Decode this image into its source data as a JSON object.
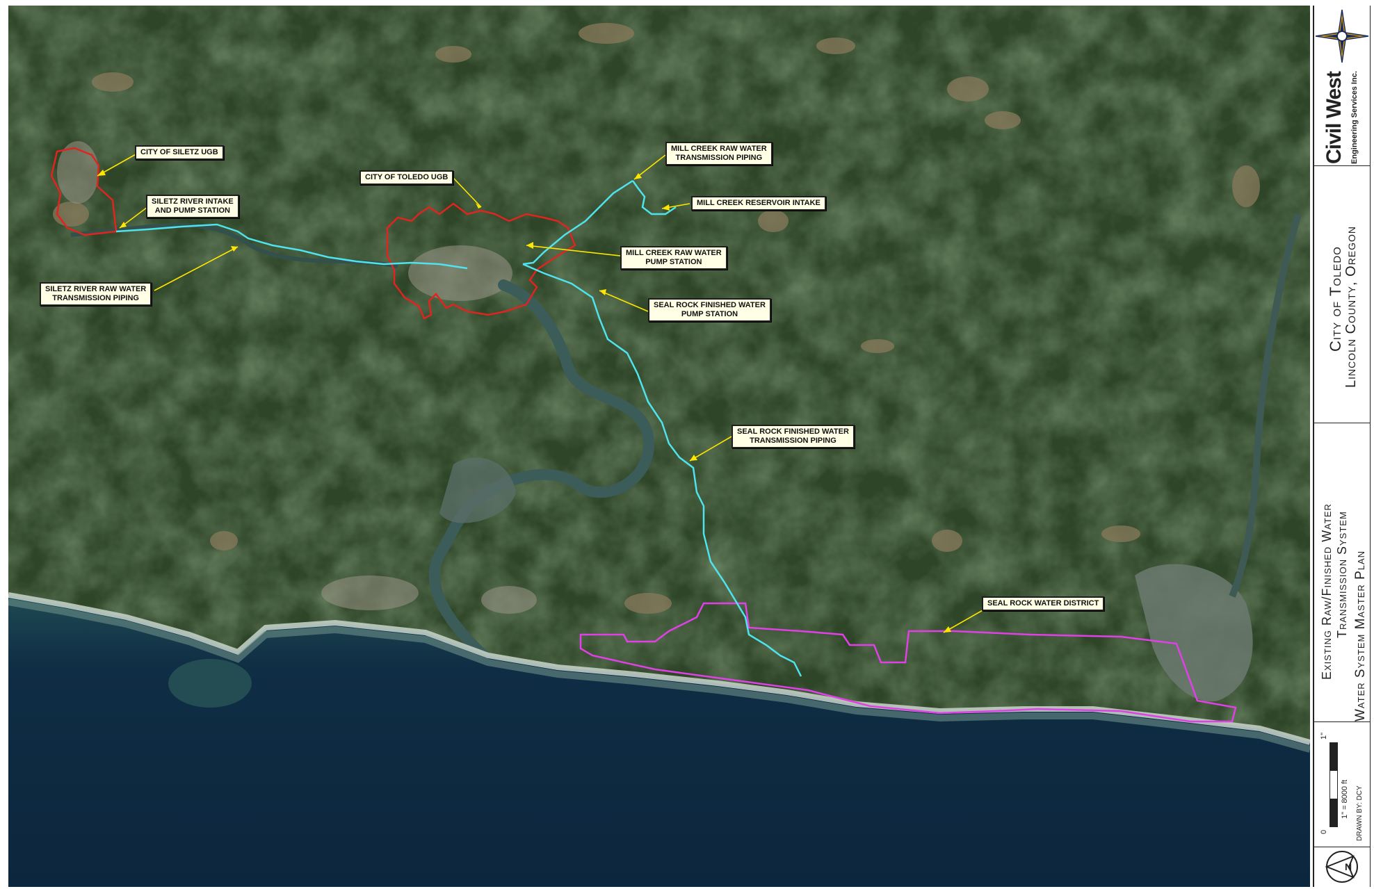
{
  "map": {
    "labels": {
      "siletz_ugb": "CITY OF SILETZ UGB",
      "siletz_intake": "SILETZ RIVER INTAKE\nAND PUMP STATION",
      "siletz_raw_piping": "SILETZ RIVER RAW WATER\nTRANSMISSION PIPING",
      "toledo_ugb": "CITY OF TOLEDO UGB",
      "mill_creek_raw_piping": "MILL CREEK RAW WATER\nTRANSMISSION PIPING",
      "mill_creek_reservoir_intake": "MILL CREEK RESERVOIR INTAKE",
      "mill_creek_pump_station": "MILL CREEK RAW WATER\nPUMP STATION",
      "seal_rock_pump_station": "SEAL ROCK FINISHED WATER\nPUMP STATION",
      "seal_rock_finished_piping": "SEAL ROCK FINISHED WATER\nTRANSMISSION PIPING",
      "seal_rock_district": "SEAL ROCK WATER DISTRICT"
    },
    "colors": {
      "land_dark": "#26391f",
      "land_mid": "#3a5230",
      "ocean": "#0f2d44",
      "surf": "#c9d6cc",
      "river": "#3a5a58",
      "pipeline": "#4fe3ee",
      "ugb_boundary": "#e0241f",
      "district_boundary": "#e040e6",
      "leader": "#ffe600"
    }
  },
  "title_block": {
    "company": "Civil West",
    "company_sub": "Engineering Services Inc.",
    "client_line1": "City of Toledo",
    "client_line2": "Lincoln County, Oregon",
    "sheet_title_line1": "Existing Raw/Finished Water",
    "sheet_title_line2": "Transmission System",
    "project": "Water System Master Plan",
    "scale": "1\" = 8000 ft",
    "scale_zero": "0",
    "scale_one": "1\"",
    "drawn_by": "DRAWN BY:  DCY",
    "north_icon": "north-arrow-icon",
    "logo_icon": "compass-rose-icon"
  }
}
